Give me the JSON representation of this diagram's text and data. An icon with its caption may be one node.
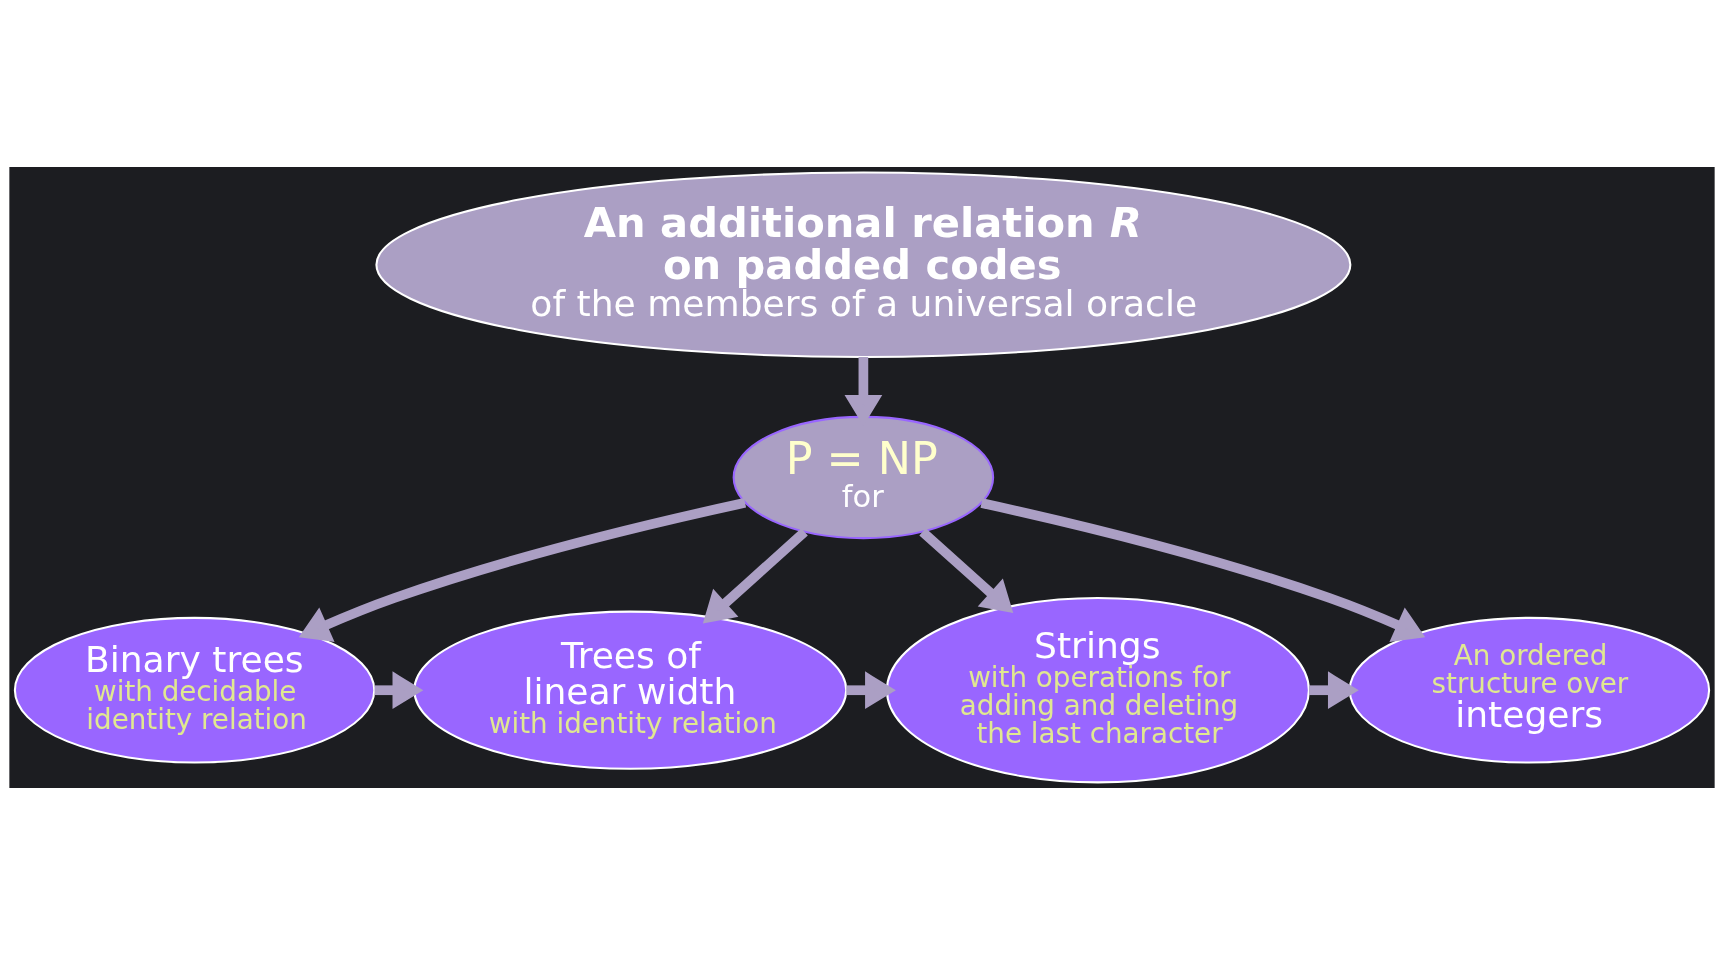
{
  "diagram": {
    "nodes": [
      {
        "text": [
          "An additional relation *R* on padded codes",
          "of the members of a universal oracle"
        ]
      },
      {
        "text": [
          "P = NP",
          "for"
        ]
      },
      {
        "text": [
          "Binary trees",
          "with decidable identity relation"
        ]
      },
      {
        "text": [
          "Trees of linear width",
          "with identity relation"
        ]
      },
      {
        "text": [
          "Strings",
          "with operations for adding and deleting the last character"
        ]
      },
      {
        "text": [
          "An ordered structure over",
          "integers"
        ]
      }
    ],
    "edges": [
      {
        "from": 0,
        "to": 1,
        "arrow": "to"
      },
      {
        "from": 1,
        "to": 2,
        "arrow": "to"
      },
      {
        "from": 1,
        "to": 3,
        "arrow": "to"
      },
      {
        "from": 1,
        "to": 4,
        "arrow": "to"
      },
      {
        "from": 1,
        "to": 5,
        "arrow": "to"
      },
      {
        "from": 2,
        "to": 3,
        "arrow": "to"
      },
      {
        "from": 3,
        "to": 4,
        "arrow": "to"
      },
      {
        "from": 4,
        "to": 5,
        "arrow": "to"
      }
    ]
  }
}
